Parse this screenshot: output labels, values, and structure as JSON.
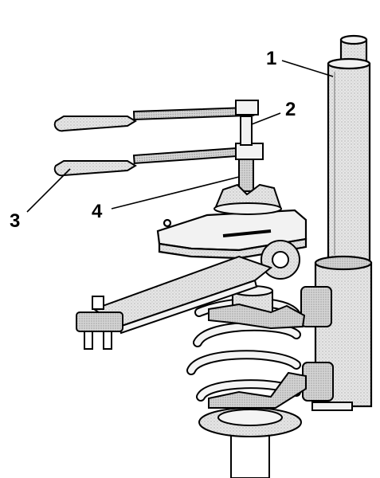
{
  "callouts": {
    "c1": "1",
    "c2": "2",
    "c3": "3",
    "c4": "4"
  },
  "colors": {
    "outline": "#000000",
    "shade": "#d9d9d9",
    "light": "#ededed",
    "background": "#ffffff"
  }
}
